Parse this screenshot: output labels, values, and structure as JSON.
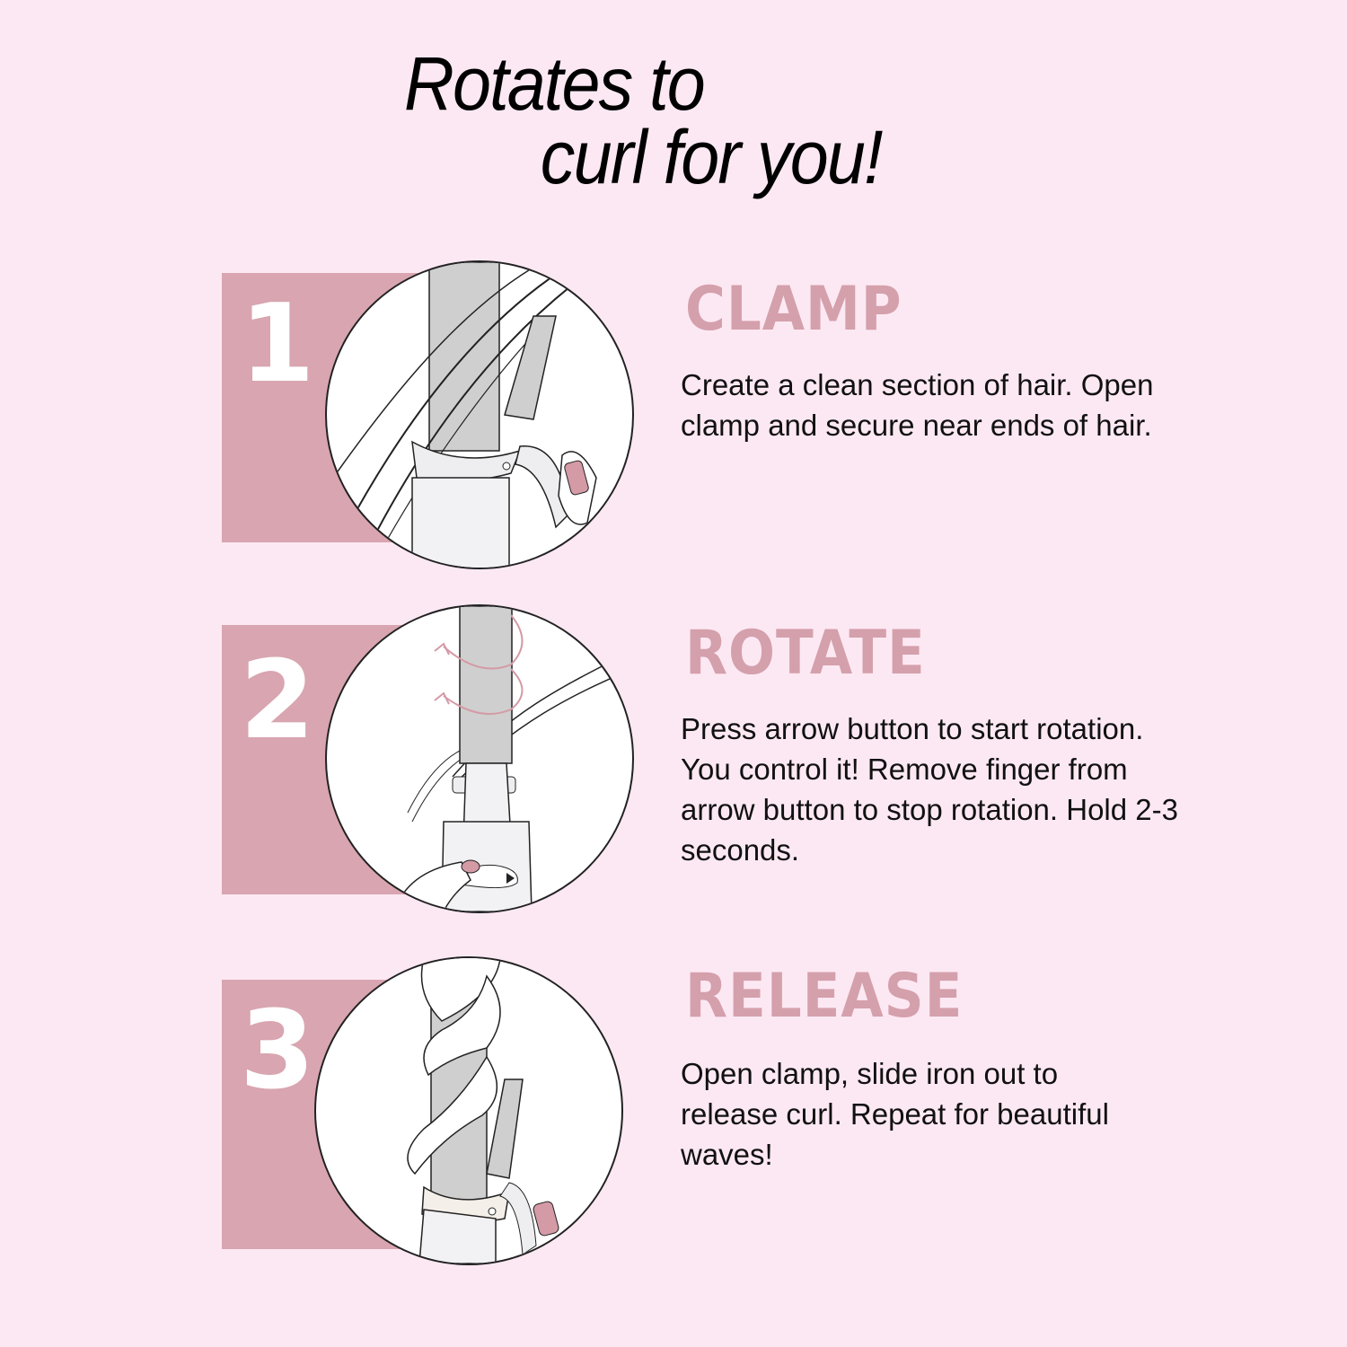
{
  "title": {
    "line1": "Rotates to",
    "line2": "curl for you!"
  },
  "colors": {
    "background": "#fce8f3",
    "accent_box": "#d8a5b0",
    "heading": "#d4a0ac",
    "barrel": "#cfcfcf",
    "nail": "#d49aa6"
  },
  "steps": [
    {
      "number": "1",
      "heading": "CLAMP",
      "description": "Create a clean section of hair. Open clamp and secure near ends of hair.",
      "illustration": "clamp-hair-icon"
    },
    {
      "number": "2",
      "heading": "ROTATE",
      "description": "Press arrow button to start rotation. You control it! Remove finger from arrow button to stop rotation. Hold 2-3 seconds.",
      "illustration": "rotate-barrel-icon"
    },
    {
      "number": "3",
      "heading": "RELEASE",
      "description": "Open clamp, slide iron out to release curl. Repeat for beautiful waves!",
      "illustration": "release-curl-icon"
    }
  ]
}
